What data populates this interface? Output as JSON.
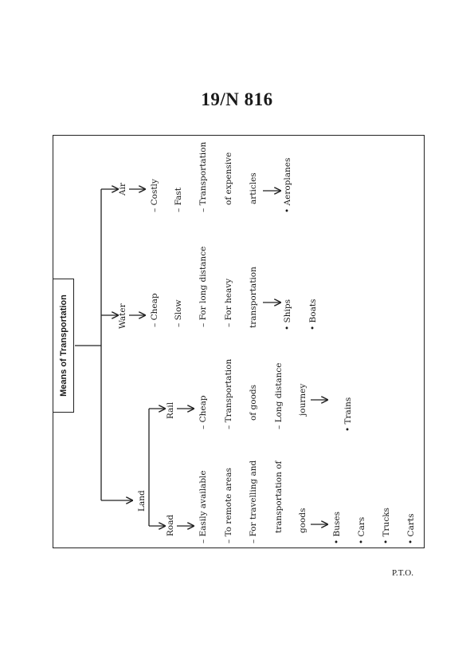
{
  "header": {
    "code": "19/N 816"
  },
  "footer": {
    "pto": "P.T.O."
  },
  "diagram": {
    "root": "Means of Transportation",
    "land": {
      "label": "Land",
      "road": {
        "label": "Road",
        "points": [
          "– Easily available",
          "– To remote areas",
          "– For travelling and",
          "transportation of",
          "goods"
        ],
        "examples": [
          "• Buses",
          "• Cars",
          "• Trucks",
          "• Carts"
        ]
      },
      "rail": {
        "label": "Rail",
        "points": [
          "– Cheap",
          "– Transportation",
          "of goods",
          "– Long distance",
          "journey"
        ],
        "examples": [
          "• Trains"
        ]
      }
    },
    "water": {
      "label": "Water",
      "points": [
        "– Cheap",
        "– Slow",
        "– For long distance",
        "– For heavy",
        "transportation"
      ],
      "examples": [
        "• Ships",
        "• Boats"
      ]
    },
    "air": {
      "label": "Air",
      "points": [
        "– Costly",
        "– Fast",
        "– Transportation",
        "of expensive",
        "articles"
      ],
      "examples": [
        "• Aeroplanes"
      ]
    }
  }
}
